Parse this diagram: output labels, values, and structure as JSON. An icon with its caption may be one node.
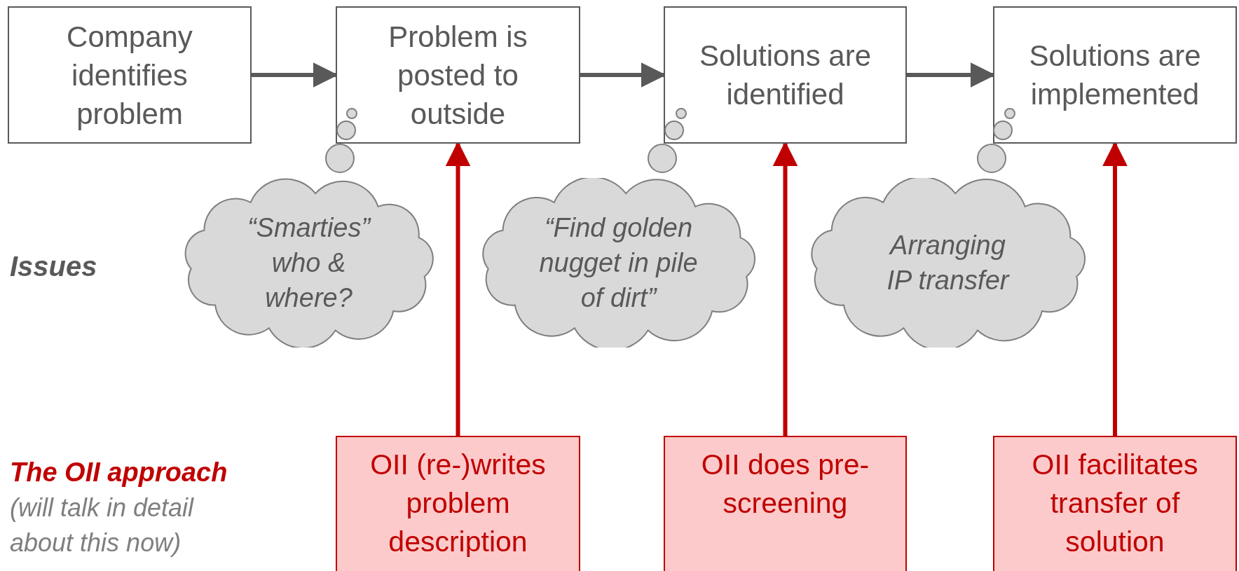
{
  "diagram": {
    "nodes": [
      {
        "text": [
          "Company identifies problem"
        ]
      },
      {
        "text": [
          "Problem is posted to outside"
        ]
      },
      {
        "text": [
          "Solutions are identified"
        ]
      },
      {
        "text": [
          "Solutions are implemented"
        ]
      },
      {
        "text": [
          "“Smarties” who & where?"
        ]
      },
      {
        "text": [
          "“Find golden nugget in pile of dirt”"
        ]
      },
      {
        "text": [
          "Arranging IP transfer"
        ]
      },
      {
        "text": [
          "OII (re-)writes problem description"
        ]
      },
      {
        "text": [
          "OII does pre-screening"
        ]
      },
      {
        "text": [
          "OII facilitates transfer of solution"
        ]
      }
    ],
    "edges": [
      {
        "from": 0,
        "to": 1,
        "arrow": "to",
        "color": "#595959"
      },
      {
        "from": 1,
        "to": 2,
        "arrow": "to",
        "color": "#595959"
      },
      {
        "from": 2,
        "to": 3,
        "arrow": "to",
        "color": "#595959"
      },
      {
        "from": 7,
        "to": 1,
        "arrow": "to",
        "color": "#c00000"
      },
      {
        "from": 8,
        "to": 2,
        "arrow": "to",
        "color": "#c00000"
      },
      {
        "from": 9,
        "to": 3,
        "arrow": "to",
        "color": "#c00000"
      }
    ],
    "labels": [
      "Issues",
      "The OII approach",
      "(will talk in detail about this now)"
    ]
  }
}
